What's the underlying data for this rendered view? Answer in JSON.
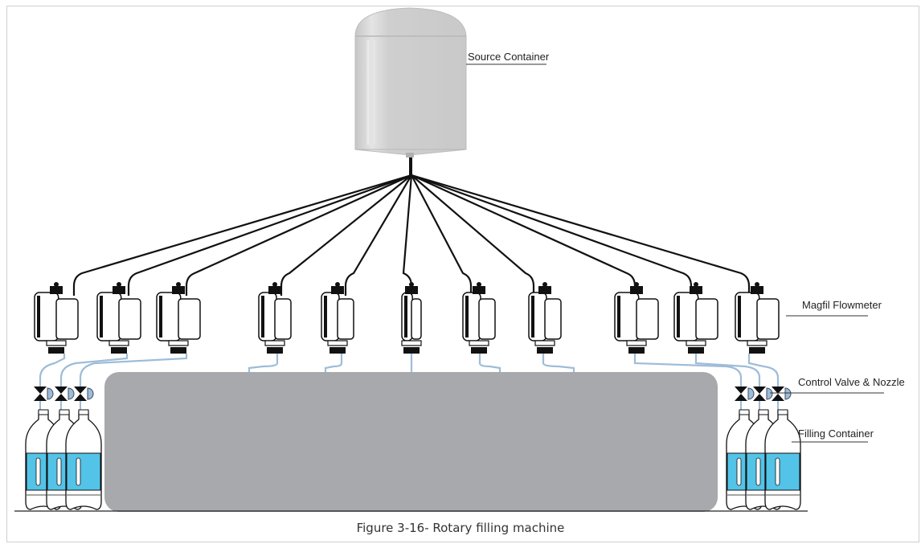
{
  "labels": {
    "source_container": "Source Container",
    "flowmeter": "Magfil Flowmeter",
    "valve_nozzle": "Control Valve & Nozzle",
    "filling_container": "Filling Container"
  },
  "caption": "Figure 3-16- Rotary filling machine",
  "colors": {
    "tank": "#cfcfcf",
    "carousel": "#a8a9ac",
    "pipe_dark": "#111111",
    "pipe_light": "#9ebcd8",
    "bottle_liquid": "#53c3e8"
  }
}
